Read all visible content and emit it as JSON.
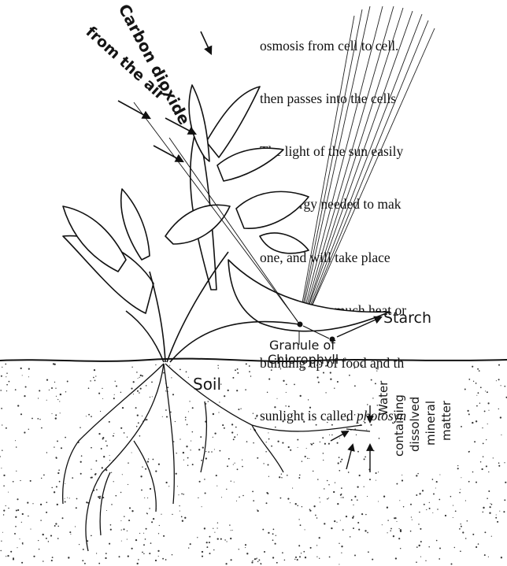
{
  "text": {
    "lines": [
      "osmosis from cell to cell.",
      "then passes into the cells",
      "The light of the sun easily",
      "the energy needed to mak",
      "one, and will take place",
      "example, too much heat or",
      "building up of food and th"
    ],
    "last_line_prefix": "sunlight is called ",
    "last_line_italic": "photosyn"
  },
  "figure": {
    "labels": {
      "carbon_dioxide": "Carbon dioxide",
      "from_the_air": "from the air",
      "starch": "Starch",
      "granule_line1": "Granule of",
      "granule_line2": "Chlorophyll",
      "soil": "Soil",
      "water": "Water",
      "containing": "containing",
      "dissolved": "dissolved",
      "mineral": "mineral",
      "matter": "matter"
    }
  }
}
